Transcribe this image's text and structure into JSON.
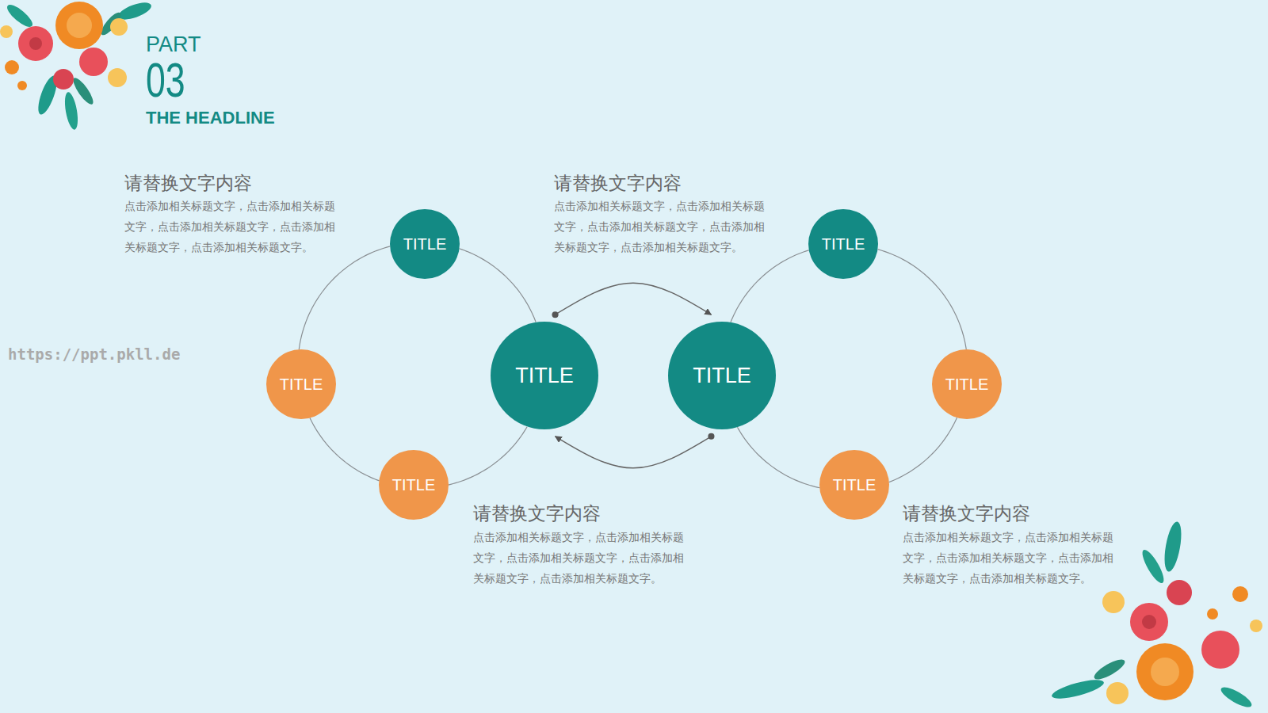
{
  "diagram": {
    "nodes": [
      {
        "text": [
          "TITLE"
        ]
      },
      {
        "text": [
          "TITLE"
        ]
      },
      {
        "text": [
          "TITLE"
        ]
      },
      {
        "text": [
          "TITLE"
        ]
      },
      {
        "text": [
          "TITLE"
        ]
      },
      {
        "text": [
          "TITLE"
        ]
      },
      {
        "text": [
          "TITLE"
        ]
      },
      {
        "text": [
          "TITLE"
        ]
      }
    ],
    "edges": [
      {
        "from": 0,
        "to": 3,
        "arrow": "none"
      },
      {
        "from": 3,
        "to": 2,
        "arrow": "none"
      },
      {
        "from": 2,
        "to": 1,
        "arrow": "none"
      },
      {
        "from": 1,
        "to": 0,
        "arrow": "none"
      },
      {
        "from": 4,
        "to": 5,
        "arrow": "none"
      },
      {
        "from": 5,
        "to": 6,
        "arrow": "none"
      },
      {
        "from": 6,
        "to": 7,
        "arrow": "none"
      },
      {
        "from": 7,
        "to": 4,
        "arrow": "none"
      },
      {
        "from": 3,
        "to": 4,
        "arrow": "to"
      },
      {
        "from": 4,
        "to": 3,
        "arrow": "to"
      }
    ],
    "labels": [
      "PART",
      "03",
      "THE HEADLINE",
      "https://ppt.pkll.de",
      "请替换文字内容",
      "点击添加相关标题文字，点击添加相关标题文字，点击添加相关标题文字，点击添加相关标题文字，点击添加相关标题文字。",
      "请替换文字内容",
      "点击添加相关标题文字，点击添加相关标题文字，点击添加相关标题文字，点击添加相关标题文字，点击添加相关标题文字。",
      "请替换文字内容",
      "点击添加相关标题文字，点击添加相关标题文字，点击添加相关标题文字，点击添加相关标题文字，点击添加相关标题文字。",
      "请替换文字内容",
      "点击添加相关标题文字，点击添加相关标题文字，点击添加相关标题文字，点击添加相关标题文字，点击添加相关标题文字。"
    ]
  }
}
